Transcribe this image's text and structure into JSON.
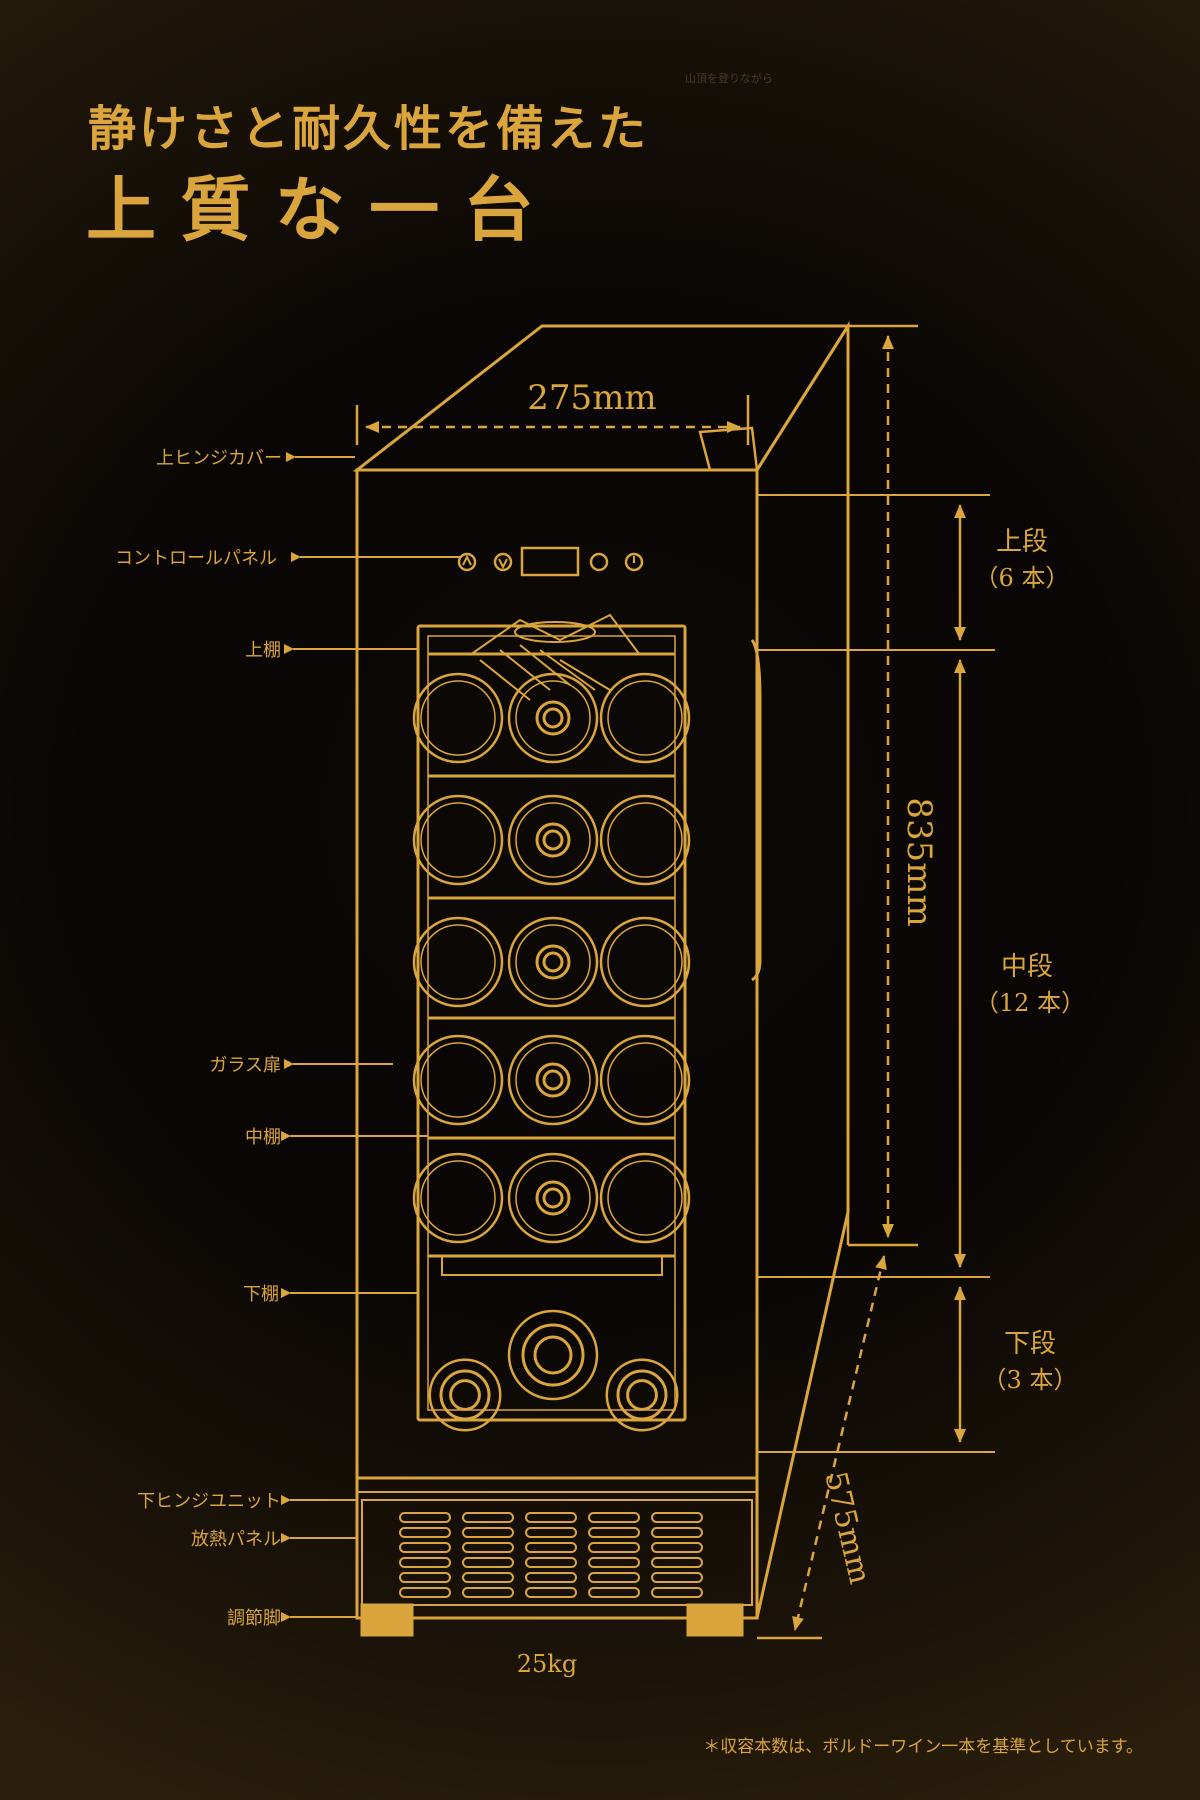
{
  "header": {
    "faint_note": "山頂を登りながら",
    "title_line1": "静けさと耐久性を備えた",
    "title_line2": "上 質 な 一 台"
  },
  "dimensions": {
    "width": "275mm",
    "height": "835mm",
    "depth": "575mm",
    "weight": "25kg"
  },
  "parts": {
    "upper_hinge_cover": "上ヒンジカバー",
    "control_panel": "コントロールパネル",
    "upper_shelf": "上棚",
    "glass_door": "ガラス扉",
    "middle_shelf": "中棚",
    "lower_shelf": "下棚",
    "lower_hinge_unit": "下ヒンジユニット",
    "heat_panel": "放熱パネル",
    "adjustable_feet": "調節脚"
  },
  "sections": {
    "upper": {
      "name": "上段",
      "count": "（6 本）"
    },
    "middle": {
      "name": "中段",
      "count": "（12 本）"
    },
    "lower": {
      "name": "下段",
      "count": "（3 本）"
    }
  },
  "footnote": "＊収容本数は、ボルドーワイン一本を基準としています。",
  "colors": {
    "gold": "#d9a53c",
    "background": "#0a0706"
  }
}
